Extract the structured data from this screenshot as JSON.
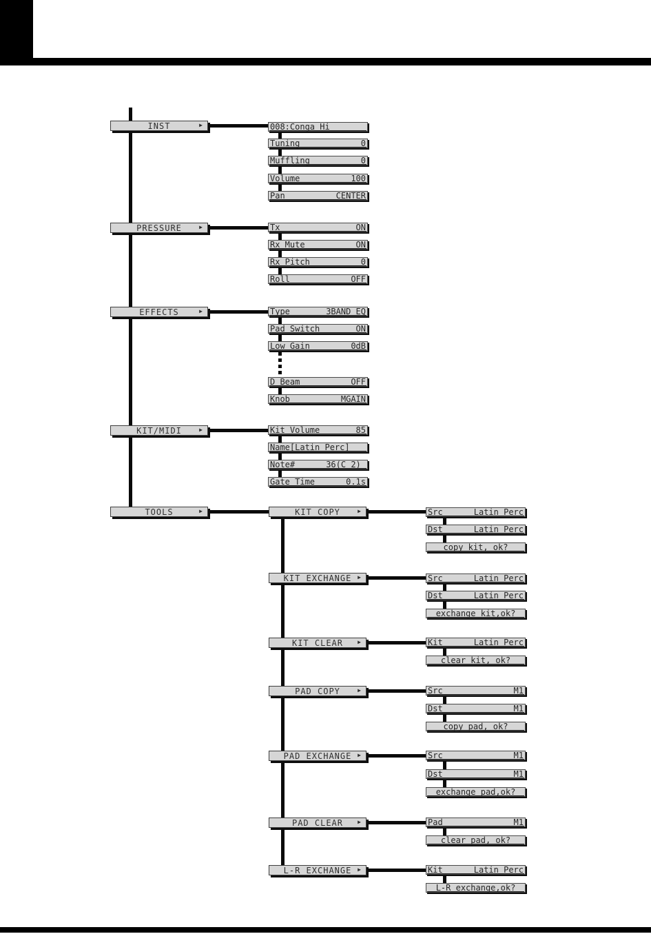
{
  "icons": {
    "submenu_arrow": "▶"
  },
  "colors": {
    "line": "#0a0a0a",
    "box_fill": "#d6d6d6",
    "box_border": "#3e3e3e",
    "box_shadow": "#0d0d0d",
    "text": "#262626"
  },
  "sections": [
    {
      "menu": "INST",
      "params": [
        {
          "label": "008:Conga Hi",
          "value": ""
        },
        {
          "label": "Tuning",
          "value": "0"
        },
        {
          "label": "Muffling",
          "value": "0"
        },
        {
          "label": "Volume",
          "value": "100"
        },
        {
          "label": "Pan",
          "value": "CENTER"
        }
      ]
    },
    {
      "menu": "PRESSURE",
      "params": [
        {
          "label": "Tx",
          "value": "ON"
        },
        {
          "label": "Rx Mute",
          "value": "ON"
        },
        {
          "label": "Rx Pitch",
          "value": "0"
        },
        {
          "label": "Roll",
          "value": "OFF"
        }
      ]
    },
    {
      "menu": "EFFECTS",
      "params": [
        {
          "label": "Type",
          "value": "3BAND EQ"
        },
        {
          "label": "Pad Switch",
          "value": "ON"
        },
        {
          "label": "Low Gain",
          "value": "0dB"
        },
        {
          "label": "D Beam",
          "value": "OFF"
        },
        {
          "label": "Knob",
          "value": "MGAIN"
        }
      ]
    },
    {
      "menu": "KIT/MIDI",
      "params": [
        {
          "label": "Kit Volume",
          "value": "85"
        },
        {
          "label": "Name[Latin Perc]",
          "value": ""
        },
        {
          "label": "Note#",
          "value": "36(C 2) "
        },
        {
          "label": "Gate Time",
          "value": "0.1s"
        }
      ]
    },
    {
      "menu": "TOOLS",
      "params": []
    }
  ],
  "tools_submenus": [
    {
      "menu": "KIT COPY",
      "params": [
        {
          "label": "Src",
          "value": "Latin Perc"
        },
        {
          "label": "Dst",
          "value": "Latin Perc"
        },
        {
          "label": "copy kit, ok?",
          "value": ""
        }
      ]
    },
    {
      "menu": "KIT EXCHANGE",
      "params": [
        {
          "label": "Src",
          "value": "Latin Perc"
        },
        {
          "label": "Dst",
          "value": "Latin Perc"
        },
        {
          "label": "exchange kit,ok?",
          "value": ""
        }
      ]
    },
    {
      "menu": "KIT CLEAR",
      "params": [
        {
          "label": "Kit",
          "value": "Latin Perc"
        },
        {
          "label": "clear kit, ok?",
          "value": ""
        }
      ]
    },
    {
      "menu": "PAD COPY",
      "params": [
        {
          "label": "Src",
          "value": "M1"
        },
        {
          "label": "Dst",
          "value": "M1"
        },
        {
          "label": "copy pad, ok?",
          "value": ""
        }
      ]
    },
    {
      "menu": "PAD EXCHANGE",
      "params": [
        {
          "label": "Src",
          "value": "M1"
        },
        {
          "label": "Dst",
          "value": "M1"
        },
        {
          "label": "exchange pad,ok?",
          "value": ""
        }
      ]
    },
    {
      "menu": "PAD CLEAR",
      "params": [
        {
          "label": "Pad",
          "value": "M1"
        },
        {
          "label": "clear pad, ok?",
          "value": ""
        }
      ]
    },
    {
      "menu": "L-R EXCHANGE",
      "params": [
        {
          "label": "Kit",
          "value": "Latin Perc"
        },
        {
          "label": "L-R exchange,ok?",
          "value": ""
        }
      ]
    }
  ]
}
